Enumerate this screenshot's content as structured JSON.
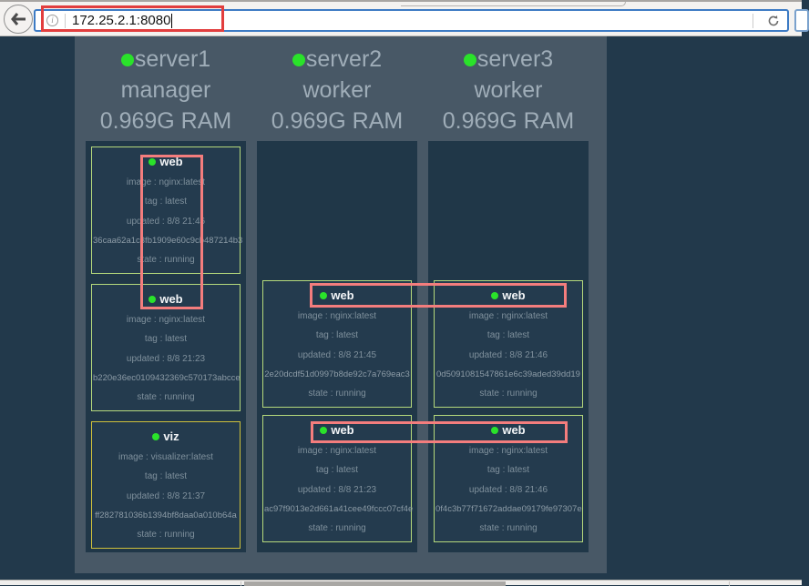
{
  "browser": {
    "url": "172.25.2.1:8080",
    "info_icon": "i"
  },
  "highlights": {
    "url_border": "border-color:#e23e3e",
    "overlay_border": "border-color:#f47d7d"
  },
  "colors": {
    "page_bg": "#22394b",
    "panel_bg": "#485866",
    "node_bg": "#203748",
    "card_bg": "#243b4e",
    "status_green": "#2ae22a",
    "web_border": "#b5d97c",
    "viz_border": "#cfc13b",
    "urlbar_focus_blue": "#3d7bc4"
  },
  "visualizer": {
    "nodes": [
      {
        "name": "server1",
        "role": "manager",
        "ram": "0.969G RAM",
        "tasks": [
          {
            "name": "web",
            "image": "image : nginx:latest",
            "tag": "tag : latest",
            "updated": "updated : 8/8 21:46",
            "id": "36caa62a1c3fb1909e60c9cb487214b3",
            "state": "state : running",
            "border_style": "border-color:#b5d97c"
          },
          {
            "name": "web",
            "image": "image : nginx:latest",
            "tag": "tag : latest",
            "updated": "updated : 8/8 21:23",
            "id": "b220e36ec0109432369c570173abcce",
            "state": "state : running",
            "border_style": "border-color:#b5d97c"
          },
          {
            "name": "viz",
            "image": "image : visualizer:latest",
            "tag": "tag : latest",
            "updated": "updated : 8/8 21:37",
            "id": "ff282781036b1394bf8daa0a010b64a",
            "state": "state : running",
            "border_style": "border-color:#cfc13b"
          }
        ]
      },
      {
        "name": "server2",
        "role": "worker",
        "ram": "0.969G RAM",
        "tasks": [
          {
            "name": "web",
            "image": "image : nginx:latest",
            "tag": "tag : latest",
            "updated": "updated : 8/8 21:45",
            "id": "2e20dcdf51d0997b8de92c7a769eac3",
            "state": "state : running",
            "border_style": "border-color:#b5d97c"
          },
          {
            "name": "web",
            "image": "image : nginx:latest",
            "tag": "tag : latest",
            "updated": "updated : 8/8 21:23",
            "id": "ac97f9013e2d661a41cee49fccc07cf4e",
            "state": "state : running",
            "border_style": "border-color:#b5d97c"
          }
        ]
      },
      {
        "name": "server3",
        "role": "worker",
        "ram": "0.969G RAM",
        "tasks": [
          {
            "name": "web",
            "image": "image : nginx:latest",
            "tag": "tag : latest",
            "updated": "updated : 8/8 21:46",
            "id": "0d5091081547861e6c39aded39dd19",
            "state": "state : running",
            "border_style": "border-color:#b5d97c"
          },
          {
            "name": "web",
            "image": "image : nginx:latest",
            "tag": "tag : latest",
            "updated": "updated : 8/8 21:46",
            "id": "0f4c3b77f71672addae09179fe97307e",
            "state": "state : running",
            "border_style": "border-color:#b5d97c"
          }
        ]
      }
    ]
  }
}
